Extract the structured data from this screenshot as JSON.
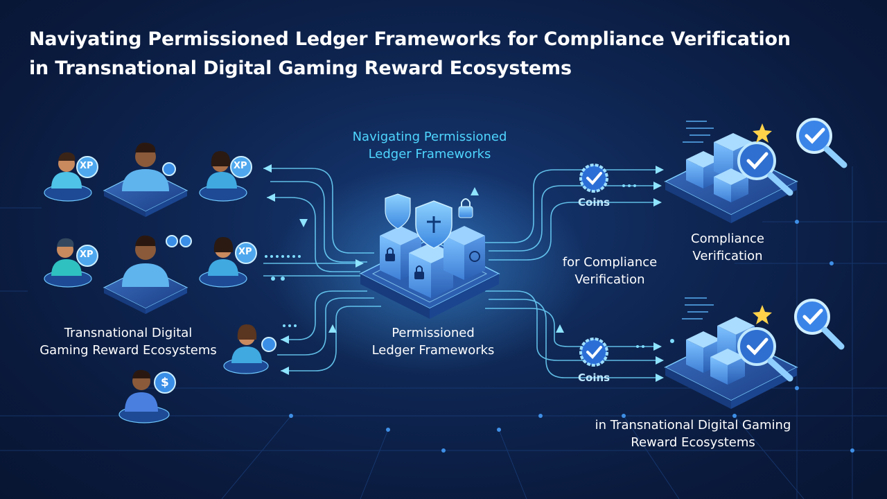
{
  "title": {
    "line1": "Naviyating Permissioned Ledger Frameworks for Compliance Verification",
    "line2": "in Transnational Digital Gaming Reward Ecosystems"
  },
  "labels": {
    "top_center": [
      "Navigating Permissioned",
      "Ledger Frameworks"
    ],
    "center_bottom": [
      "Permissioned",
      "Ledger Frameworks"
    ],
    "left": [
      "Transnational Digital",
      "Gaming Reward Ecosystems"
    ],
    "middle_right": [
      "for Compliance",
      "Verification"
    ],
    "right_top": [
      "Compliance",
      "Verification"
    ],
    "right_bottom": [
      "in Transnational Digital Gaming",
      "Reward Ecosystems"
    ]
  },
  "token_labels": {
    "xp": "XP",
    "coins_top": "Coins",
    "coins_bottom": "Coins",
    "dollar": "$"
  },
  "colors": {
    "background": "#0b1a3a",
    "accent": "#4fd6ff",
    "text": "#ffffff",
    "flow": "#6fd8ff",
    "cube": "#5aa7f0"
  }
}
